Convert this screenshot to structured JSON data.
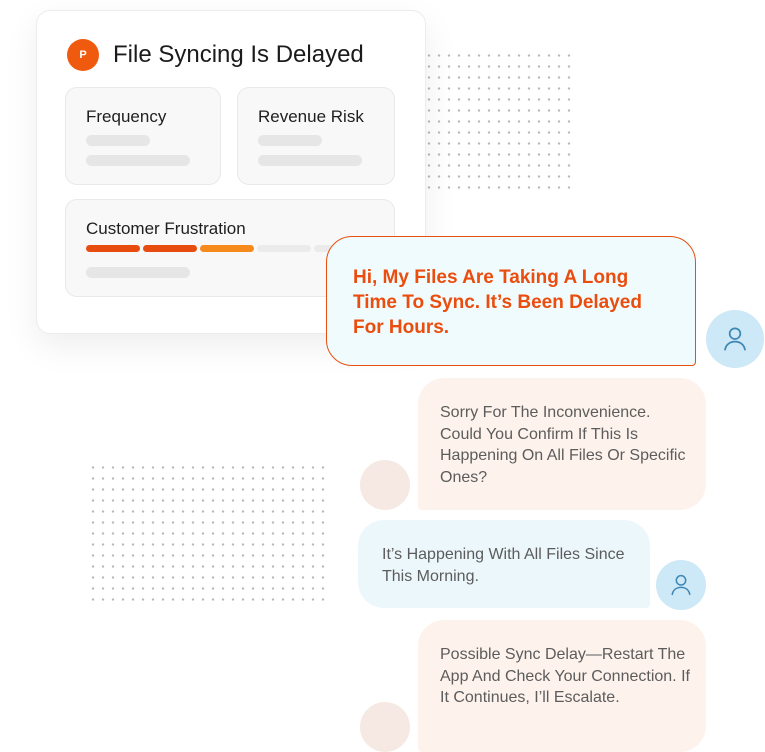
{
  "card": {
    "badge_letter": "P",
    "title": "File Syncing Is Delayed",
    "tiles": {
      "frequency": "Frequency",
      "revenue_risk": "Revenue Risk",
      "customer_frustration": "Customer Frustration"
    },
    "frustration_meter": {
      "segments_total": 5,
      "segments_filled": 3,
      "colors": [
        "#e84c0e",
        "#e84c0e",
        "#f78a1d",
        "#ebebeb",
        "#ebebeb"
      ]
    }
  },
  "chat": {
    "messages": [
      {
        "from": "customer",
        "text": "Hi, My Files Are Taking A Long Time To Sync. It’s Been Delayed For Hours.",
        "icon": "user-icon"
      },
      {
        "from": "agent",
        "text": "Sorry For The Inconvenience. Could You Confirm If This Is Happening On All Files Or Specific Ones?"
      },
      {
        "from": "customer",
        "text": "It’s Happening With All Files Since This Morning.",
        "icon": "user-icon"
      },
      {
        "from": "agent",
        "text": "Possible Sync Delay—Restart The App And Check Your Connection. If It Continues, I’ll Escalate."
      }
    ]
  },
  "colors": {
    "accent": "#f05a0e",
    "customer_bubble": "#f0fbfd",
    "agent_bubble": "#fdf2ec",
    "avatar_customer": "#cde8f6",
    "avatar_agent": "#f6e9e4"
  }
}
